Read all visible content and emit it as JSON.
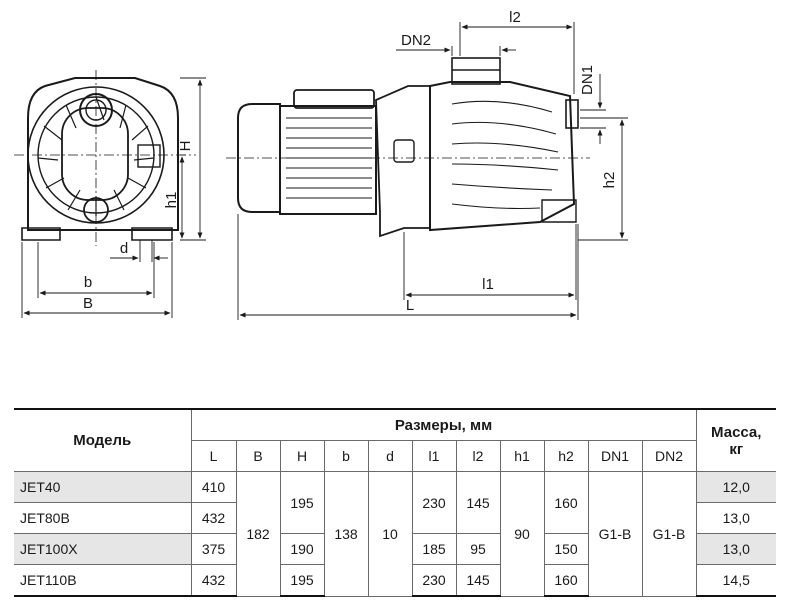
{
  "drawing": {
    "labels": {
      "H": "H",
      "h1": "h1",
      "d": "d",
      "b": "b",
      "B": "B",
      "DN2": "DN2",
      "l2": "l2",
      "DN1": "DN1",
      "h2": "h2",
      "l1": "l1",
      "L": "L"
    }
  },
  "table": {
    "model_header": "Модель",
    "dims_header": "Размеры, мм",
    "mass_header_line1": "Масса,",
    "mass_header_line2": "кг",
    "columns": [
      "L",
      "B",
      "H",
      "b",
      "d",
      "l1",
      "l2",
      "h1",
      "h2",
      "DN1",
      "DN2"
    ],
    "rows": [
      {
        "model": "JET40",
        "L": "410",
        "mass": "12,0"
      },
      {
        "model": "JET80B",
        "L": "432",
        "mass": "13,0"
      },
      {
        "model": "JET100X",
        "L": "375",
        "mass": "13,0"
      },
      {
        "model": "JET110B",
        "L": "432",
        "mass": "14,5"
      }
    ],
    "merged": {
      "B": "182",
      "H_1_2": "195",
      "H_3": "190",
      "H_4": "195",
      "b": "138",
      "d": "10",
      "l1_1_2": "230",
      "l1_3": "185",
      "l1_4": "230",
      "l2_1_2": "145",
      "l2_3": "95",
      "l2_4": "145",
      "h1": "90",
      "h2_1_2": "160",
      "h2_3": "150",
      "h2_4": "160",
      "DN1": "G1-B",
      "DN2": "G1-B"
    }
  }
}
